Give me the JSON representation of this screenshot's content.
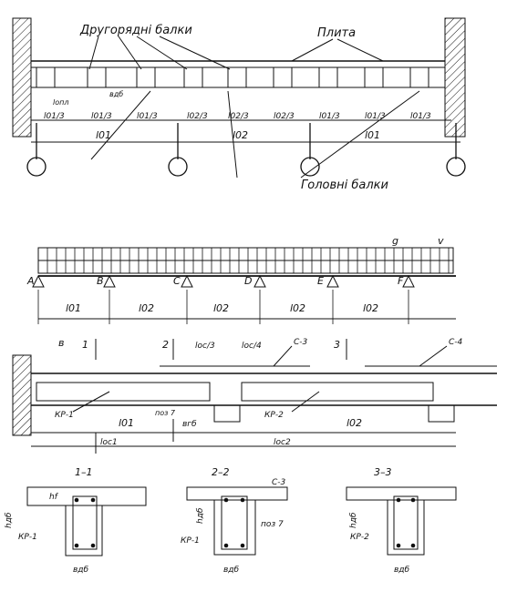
{
  "top": {
    "secondary_beams": "Другорядні балки",
    "slab": "Плита",
    "main_beams": "Головні балки",
    "spans": [
      "l01",
      "l02",
      "l01"
    ],
    "thirds": [
      "l01/3",
      "l01/3",
      "l01/3",
      "l02/3",
      "l02/3",
      "l02/3",
      "l01/3",
      "l01/3",
      "l01/3"
    ],
    "support_len": "lопл",
    "beam_width": "вдб"
  },
  "scheme": {
    "load_g": "g",
    "load_v": "v",
    "supports": [
      "A",
      "B",
      "C",
      "D",
      "E",
      "F"
    ],
    "spans": [
      "l01",
      "l02",
      "l02",
      "l02",
      "l02"
    ]
  },
  "rebar": {
    "section_marks": [
      "1",
      "2",
      "3"
    ],
    "wall": "в",
    "cage1": "КР-1",
    "cage2": "КР-2",
    "pos7": "поз 7",
    "mesh3": "С-3",
    "mesh4": "С-4",
    "l01": "l01",
    "l02": "l02",
    "loc1": "lос1",
    "loc2": "lос2",
    "loc3": "lос/3",
    "loc4": "lос/4",
    "bgb": "вгб"
  },
  "sections": {
    "s11": "1–1",
    "s22": "2–2",
    "s33": "3–3",
    "hdb": "hдб",
    "hf": "hf",
    "vdb": "вдб",
    "cage1": "КР-1",
    "cage2": "КР-2",
    "mesh3": "С-3",
    "pos7": "поз 7"
  }
}
